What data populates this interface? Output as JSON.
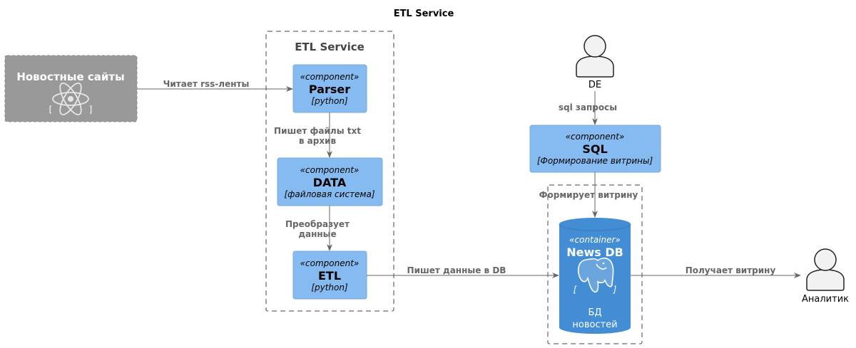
{
  "title": "ETL Service",
  "boundaries": {
    "etl": {
      "label": "ETL Service"
    },
    "vitrina": {
      "label": "Формирует витрину"
    }
  },
  "external_system": {
    "title": "Новостные сайты",
    "tech_open": "[",
    "tech_close": "]",
    "icon": "react-atom-icon"
  },
  "components": {
    "parser": {
      "stereo": "«component»",
      "name": "Parser",
      "tech": "[python]"
    },
    "data": {
      "stereo": "«component»",
      "name": "DATA",
      "tech": "[файловая система]"
    },
    "etl": {
      "stereo": "«component»",
      "name": "ETL",
      "tech": "[python]"
    },
    "sql": {
      "stereo": "«component»",
      "name": "SQL",
      "tech": "[Формирование витрины]"
    }
  },
  "container": {
    "stereo": "«container»",
    "name": "News DB",
    "tech_open": "[",
    "tech_close": "]",
    "desc_line1": "БД",
    "desc_line2": "новостей",
    "icon": "postgresql-elephant-icon"
  },
  "persons": {
    "de": {
      "label": "DE"
    },
    "analyst": {
      "label": "Аналитик"
    }
  },
  "relations": {
    "reads_rss": "Читает rss-ленты",
    "writes_files_1": "Пишет файлы txt",
    "writes_files_2": "в архив",
    "transforms_1": "Преобразует",
    "transforms_2": "данные",
    "writes_db": "Пишет данные в DB",
    "sql_queries": "sql запросы",
    "gets_vitrina": "Получает витрину"
  },
  "colors": {
    "component": "#85bbf0",
    "container": "#438dd5",
    "external": "#999999",
    "person": "#f2f2f2",
    "arrow": "#666666",
    "boundary": "#444444"
  }
}
